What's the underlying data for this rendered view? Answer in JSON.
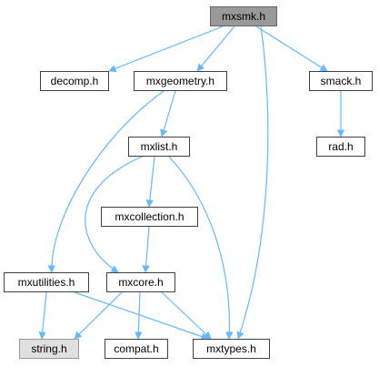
{
  "graph": {
    "edge_color": "#63b8ff",
    "nodes": [
      {
        "id": "mxsmk",
        "label": "mxsmk.h",
        "style": "root"
      },
      {
        "id": "decomp",
        "label": "decomp.h",
        "style": "normal"
      },
      {
        "id": "mxgeometry",
        "label": "mxgeometry.h",
        "style": "normal"
      },
      {
        "id": "smack",
        "label": "smack.h",
        "style": "normal"
      },
      {
        "id": "rad",
        "label": "rad.h",
        "style": "normal"
      },
      {
        "id": "mxlist",
        "label": "mxlist.h",
        "style": "normal"
      },
      {
        "id": "mxcollection",
        "label": "mxcollection.h",
        "style": "normal"
      },
      {
        "id": "mxutilities",
        "label": "mxutilities.h",
        "style": "normal"
      },
      {
        "id": "mxcore",
        "label": "mxcore.h",
        "style": "normal"
      },
      {
        "id": "string",
        "label": "string.h",
        "style": "system"
      },
      {
        "id": "compat",
        "label": "compat.h",
        "style": "normal"
      },
      {
        "id": "mxtypes",
        "label": "mxtypes.h",
        "style": "normal"
      }
    ],
    "edges": [
      {
        "from": "mxsmk",
        "to": "decomp"
      },
      {
        "from": "mxsmk",
        "to": "mxgeometry"
      },
      {
        "from": "mxsmk",
        "to": "smack"
      },
      {
        "from": "mxsmk",
        "to": "mxtypes"
      },
      {
        "from": "smack",
        "to": "rad"
      },
      {
        "from": "mxgeometry",
        "to": "mxlist"
      },
      {
        "from": "mxgeometry",
        "to": "mxutilities"
      },
      {
        "from": "mxlist",
        "to": "mxcollection"
      },
      {
        "from": "mxlist",
        "to": "mxcore"
      },
      {
        "from": "mxlist",
        "to": "mxtypes"
      },
      {
        "from": "mxcollection",
        "to": "mxcore"
      },
      {
        "from": "mxutilities",
        "to": "string"
      },
      {
        "from": "mxutilities",
        "to": "mxtypes"
      },
      {
        "from": "mxcore",
        "to": "string"
      },
      {
        "from": "mxcore",
        "to": "compat"
      },
      {
        "from": "mxcore",
        "to": "mxtypes"
      }
    ]
  }
}
